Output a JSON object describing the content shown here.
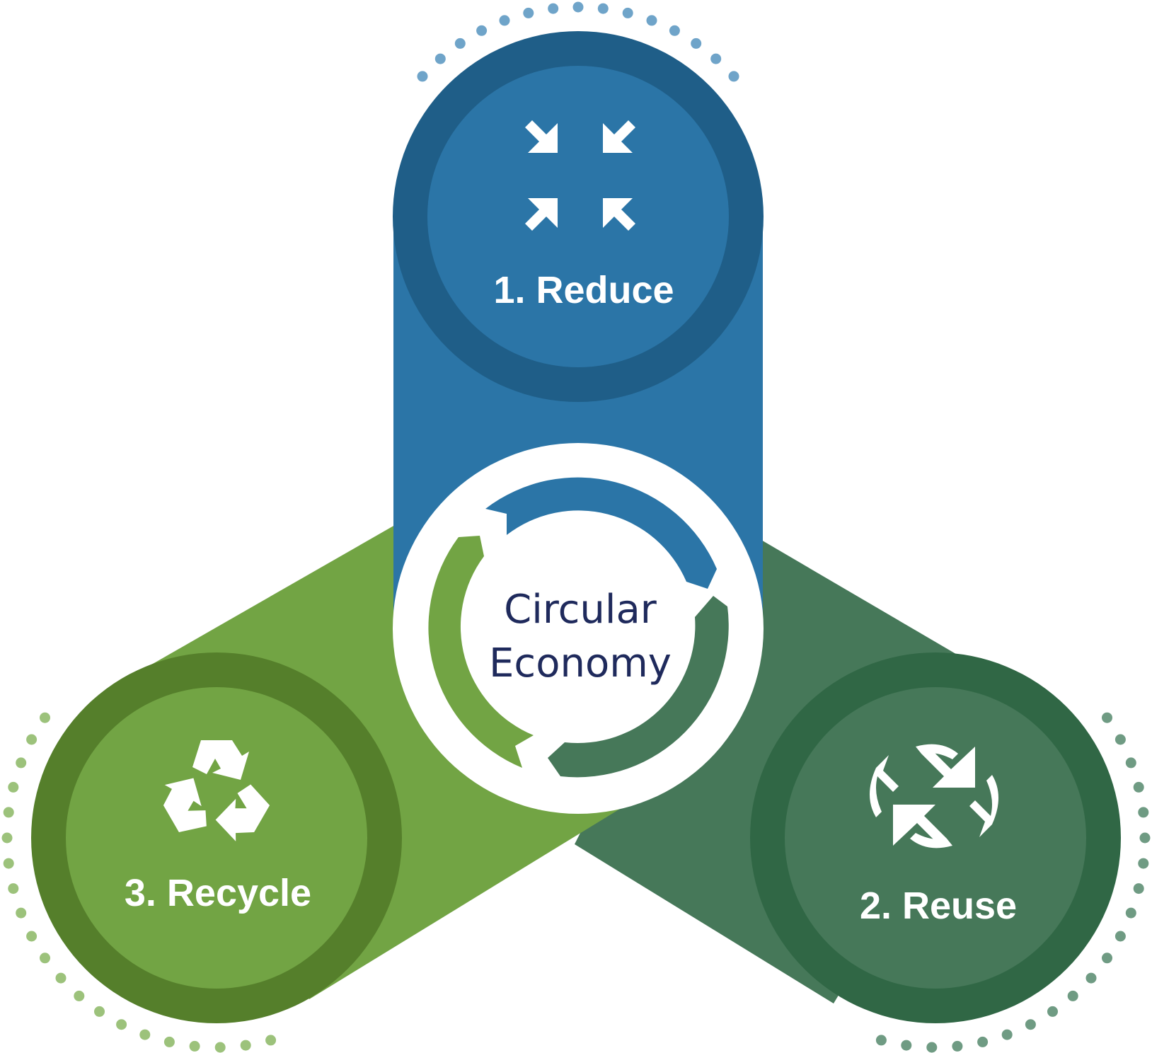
{
  "center": {
    "line1": "Circular",
    "line2": "Economy"
  },
  "stages": [
    {
      "label": "1. Reduce",
      "icon": "compress-arrows-icon"
    },
    {
      "label": "2. Reuse",
      "icon": "exchange-arrows-icon"
    },
    {
      "label": "3. Recycle",
      "icon": "recycle-icon"
    }
  ],
  "colors": {
    "reduce_fill": "#2b75a7",
    "reduce_ring": "#1f5e88",
    "reuse_fill": "#467859",
    "reuse_ring": "#306745",
    "recycle_fill": "#72a444",
    "recycle_ring": "#557f2b",
    "reduce_dots": "#6fa4c9",
    "reuse_dots": "#6f9b83",
    "recycle_dots": "#9cc27b",
    "center_text": "#1f2a5c"
  }
}
